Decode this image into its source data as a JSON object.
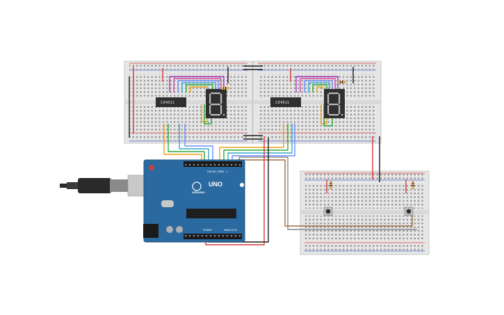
{
  "colors": {
    "breadboard": "#e4e4e4",
    "rail_red": "#d43a3a",
    "rail_blue": "#4a6cd0",
    "arduino": "#2b6aa0",
    "chip": "#2f2f2f",
    "display": "#303030"
  },
  "breadboards": [
    {
      "chip_label": "CD4511"
    },
    {
      "chip_label": "CD4511"
    }
  ],
  "arduino": {
    "logo_text": "UNO",
    "brand_text": "ARDUINO",
    "digital_label": "DIGITAL (PWM ~)",
    "power_label": "POWER",
    "analog_label": "ANALOG IN"
  },
  "parts": {
    "displays": [
      "seven-segment-display-1",
      "seven-segment-display-2"
    ],
    "buttons": [
      "pushbutton-1",
      "pushbutton-2"
    ],
    "resistors": 4,
    "usb_cable": "usb-cable"
  }
}
